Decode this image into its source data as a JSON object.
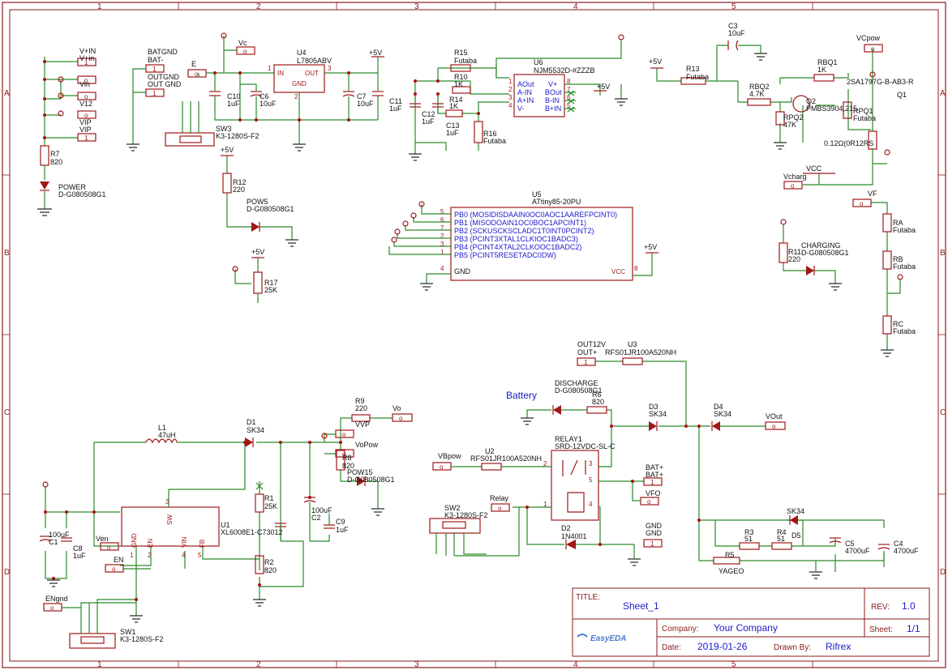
{
  "grid": {
    "cols": [
      "1",
      "2",
      "3",
      "4",
      "5"
    ],
    "rows": [
      "A",
      "B",
      "C",
      "D"
    ]
  },
  "title_block": {
    "title_label": "TITLE:",
    "title": "Sheet_1",
    "rev_label": "REV:",
    "rev": "1.0",
    "company_label": "Company:",
    "company": "Your Company",
    "sheet_label": "Sheet:",
    "sheet": "1/1",
    "date_label": "Date:",
    "date": "2019-01-26",
    "drawn_label": "Drawn By:",
    "drawn": "Rifrex",
    "logo": "EasyEDA"
  },
  "labels": {
    "vpin": "V+IN",
    "vpin2": "V+in",
    "vin": "Vin",
    "v12": "V12",
    "vip": "VIP",
    "vip2": "VIP",
    "r7": "R7",
    "r7v": "820",
    "power": "POWER",
    "powerv": "D-G080508G1",
    "batgnd": "BATGND",
    "batm": "BAT-",
    "outgnd": "OUTGND",
    "outgnd2": "OUT GND",
    "e": "E",
    "vc": "Vc",
    "u4": "U4",
    "u4v": "L7805ABV",
    "in": "IN",
    "out": "OUT",
    "gnd": "GND",
    "p5v": "+5V",
    "c10": "C10",
    "c10v": "1uF",
    "c6": "C6",
    "c6v": "10uF",
    "c7": "C7",
    "c7v": "10uF",
    "c11": "C11",
    "c11v": "1uF",
    "sw3": "SW3",
    "sw3v": "K3-1280S-F2",
    "r12": "R12",
    "r12v": "220",
    "pow5": "POW5",
    "pow5v": "D-G080508G1",
    "r17": "R17",
    "r17v": "25K",
    "r15": "R15",
    "r15v": "Futaba",
    "r10": "R10",
    "r10v": "1K",
    "r14": "R14",
    "r14v": "1K",
    "c12": "C12",
    "c12v": "1uF",
    "c13": "C13",
    "c13v": "1uF",
    "r16": "R16",
    "r16v": "Futaba",
    "u6": "U6",
    "u6v": "NJM5532D-#ZZZB",
    "u6pins": [
      "AOut",
      "A-IN",
      "A+IN",
      "V-",
      "V+",
      "BOut",
      "B-IN",
      "B+IN"
    ],
    "c3": "C3",
    "c3v": "10uF",
    "vcpow": "VCpow",
    "r13": "R13",
    "r13v": "Futaba",
    "rbq1": "RBQ1",
    "rbq1v": "1K",
    "rbq2": "RBQ2",
    "rbq2v": "4.7K",
    "rpq2": "RPQ2",
    "rpq2v": "47K",
    "q2": "Q2",
    "q2v": "PMBS3904,215",
    "q1part": "2SA1797G-B-AB3-R",
    "q1": "Q1",
    "rpq1": "RPQ1",
    "rpq1v": "Futaba",
    "rs": "0.12Ω(0R12RS",
    "vcc": "VCC",
    "vcharg": "Vcharg",
    "vf": "VF",
    "ra": "RA",
    "rav": "Futaba",
    "rb": "RB",
    "rbv": "Futaba",
    "rc": "RC",
    "rcv": "Futaba",
    "u5": "U5",
    "u5v": "ATtiny85-20PU",
    "u5pins": [
      "PB0 (MOSIDISDAAIN0OC0AOC1AAREFPCINT0)",
      "PB1 (MISODOAIN1OC0BOC1APCINT1)",
      "PB2 (SCKUSCKSCLADC1T0INT0PCINT2)",
      "PB3 (PCINT3XTAL1CLKIOC1BADC3)",
      "PB4 (PCINT4XTAL2CLKOOC1BADC2)",
      "PB5 (PCINT5RESETADC0DW)",
      "GND",
      "VCC"
    ],
    "u5nums": [
      "5",
      "6",
      "7",
      "2",
      "3",
      "1",
      "4",
      "8"
    ],
    "r11": "R11",
    "r11v": "220",
    "charging": "CHARGING",
    "chargingv": "D-G080508G1",
    "out12v": "OUT12V",
    "outp": "OUT+",
    "u3": "U3",
    "u3v": "RFS01JR100A520NH",
    "battery": "Battery",
    "discharge": "DISCHARGE",
    "dischargev": "D-G080508G1",
    "r6": "R6",
    "r6v": "820",
    "d3": "D3",
    "d3v": "SK34",
    "d4": "D4",
    "d4v": "SK34",
    "vout": "VOut",
    "relay1": "RELAY1",
    "relay1v": "SRD-12VDC-SL-C",
    "vbpow": "VBpow",
    "u2": "U2",
    "u2v": "RFS01JR100A520NH",
    "batp": "BAT+",
    "batp2": "BAT+",
    "vfo": "VFO",
    "relay": "Relay",
    "sw2": "SW2",
    "sw2v": "K3-1280S-F2",
    "d2": "D2",
    "d2v": "1N4001",
    "gnd1": "GND",
    "gnd2": "GND",
    "r3": "R3",
    "r3v": "51",
    "r4": "R4",
    "r4v": "51",
    "d5": "D5",
    "d5v": "SK34",
    "c5": "C5",
    "c5v": "4700uF",
    "c4": "C4",
    "c4v": "4700uF",
    "r5": "R5",
    "r5v": "YAGEO",
    "l1": "L1",
    "l1v": "47uH",
    "d1": "D1",
    "d1v": "SK34",
    "r9": "R9",
    "r9v": "220",
    "vo": "Vo",
    "vvp": "VVP",
    "vopow": "VoPow",
    "r8": "R8",
    "r8v": "820",
    "pow15": "POW15",
    "pow15v": "D-G080508G1",
    "r1": "R1",
    "r1v": "25K",
    "c2": "C2",
    "c2v": "100uF",
    "c9": "C9",
    "c9v": "1uF",
    "r2": "R2",
    "r2v": "820",
    "u1": "U1",
    "u1v": "XL6008E1-C73012",
    "u1pins": [
      "GND",
      "EN",
      "VIN",
      "FB",
      "SW"
    ],
    "c1": "C1",
    "c1v": "100uF",
    "c8": "C8",
    "c8v": "1uF",
    "ven": "Ven",
    "en": "EN",
    "engnd": "ENgnd",
    "sw1": "SW1",
    "sw1v": "K3-1280S-F2"
  }
}
